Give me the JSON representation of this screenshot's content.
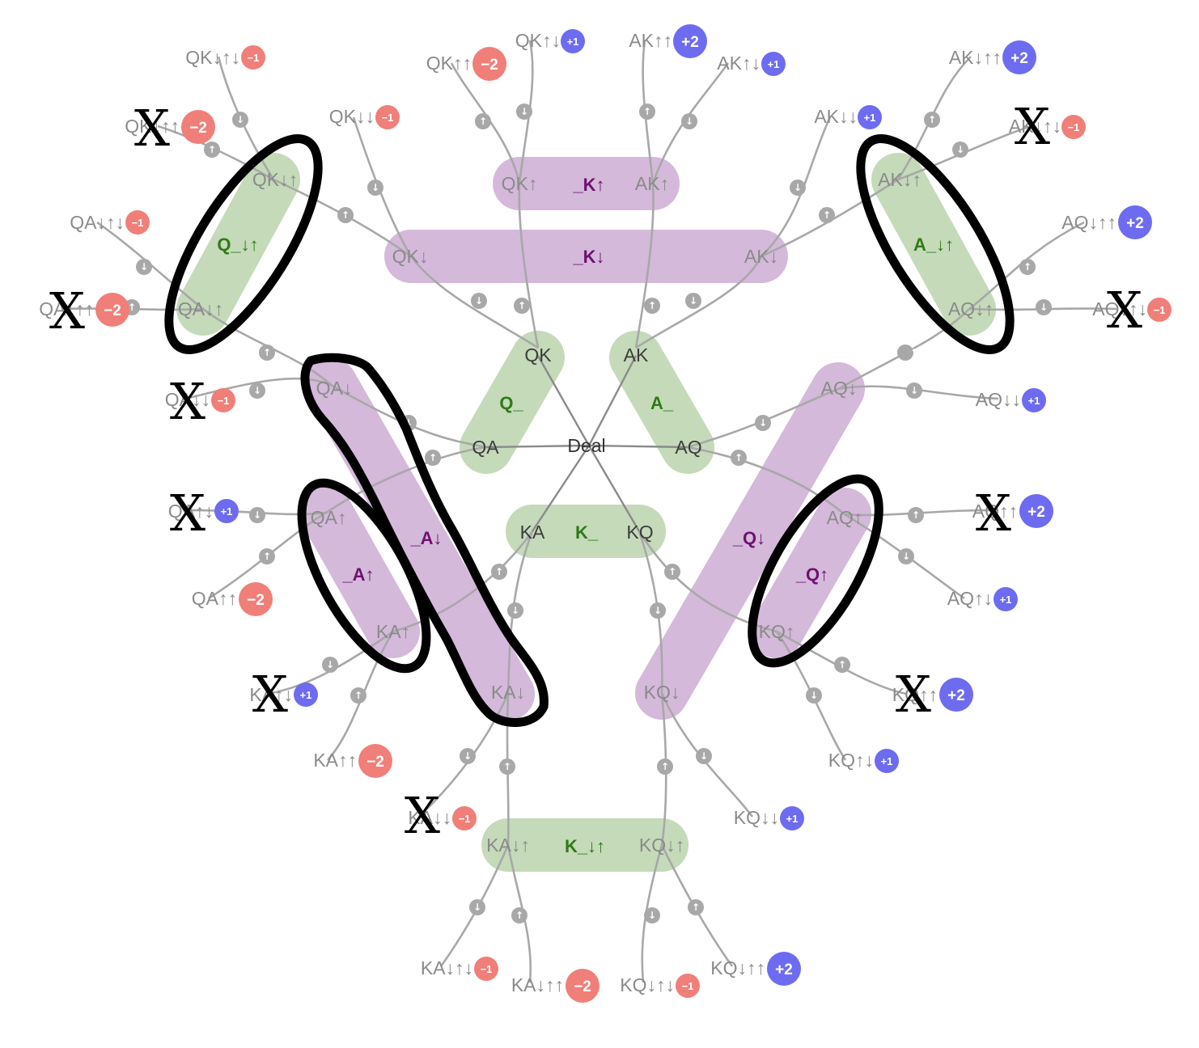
{
  "center": "Deal",
  "colors": {
    "green": "#9cc28a",
    "purple": "#b88bc2",
    "neg": "#ef7f78",
    "pos": "#6d6cf0",
    "edge": "#a8a8a8",
    "label": "#8a8a8a"
  },
  "inner_nodes": [
    "QK",
    "AK",
    "QA",
    "AQ",
    "KA",
    "KQ"
  ],
  "groups": [
    "Q_",
    "A_",
    "K_",
    "_K↑",
    "_K↓",
    "_A↓",
    "_A↑",
    "_Q↓",
    "_Q↑",
    "Q_↓↑",
    "A_↓↑",
    "K_↓↑"
  ],
  "second_nodes": [
    "QK↑",
    "AK↑",
    "QK↓",
    "AK↓",
    "QA↓",
    "QA↑",
    "KA↑",
    "KA↓",
    "KQ↓",
    "AQ↓",
    "AQ↑",
    "KQ↑"
  ],
  "third_nodes": [
    "QK↓↑",
    "QA↓↑",
    "AK↓↑",
    "AQ↓↑",
    "KA↓↑",
    "KQ↓↑"
  ],
  "leaves": [
    {
      "label": "QK↓↑↓",
      "payoff": "−1"
    },
    {
      "label": "QK↓↑↑",
      "payoff": "−2"
    },
    {
      "label": "QK↑↓",
      "payoff": "+1"
    },
    {
      "label": "QK↑↑",
      "payoff": "−2"
    },
    {
      "label": "QK↓↓",
      "payoff": "−1"
    },
    {
      "label": "AK↑↑",
      "payoff": "+2"
    },
    {
      "label": "AK↑↓",
      "payoff": "+1"
    },
    {
      "label": "AK↓↑↑",
      "payoff": "+2"
    },
    {
      "label": "AK↓↓",
      "payoff": "+1"
    },
    {
      "label": "AK↓↑↓",
      "payoff": "−1"
    },
    {
      "label": "QA↓↑↓",
      "payoff": "−1"
    },
    {
      "label": "QA↓↑↑",
      "payoff": "−2"
    },
    {
      "label": "QA↓↓",
      "payoff": "−1"
    },
    {
      "label": "AQ↓↑↑",
      "payoff": "+2"
    },
    {
      "label": "AQ↓↑↓",
      "payoff": "−1"
    },
    {
      "label": "AQ↓↓",
      "payoff": "+1"
    },
    {
      "label": "QA↑↓",
      "payoff": "+1"
    },
    {
      "label": "QA↑↑",
      "payoff": "−2"
    },
    {
      "label": "AQ↑↑",
      "payoff": "+2"
    },
    {
      "label": "AQ↑↓",
      "payoff": "+1"
    },
    {
      "label": "KA↑↓",
      "payoff": "+1"
    },
    {
      "label": "KA↑↑",
      "payoff": "−2"
    },
    {
      "label": "KQ↑↑",
      "payoff": "+2"
    },
    {
      "label": "KQ↑↓",
      "payoff": "+1"
    },
    {
      "label": "KA↓↓",
      "payoff": "−1"
    },
    {
      "label": "KQ↓↓",
      "payoff": "+1"
    },
    {
      "label": "KA↓↑↓",
      "payoff": "−1"
    },
    {
      "label": "KA↓↑↑",
      "payoff": "−2"
    },
    {
      "label": "KQ↓↑↓",
      "payoff": "−1"
    },
    {
      "label": "KQ↓↑↑",
      "payoff": "+2"
    }
  ],
  "annotations": {
    "cross_mark": "X"
  }
}
